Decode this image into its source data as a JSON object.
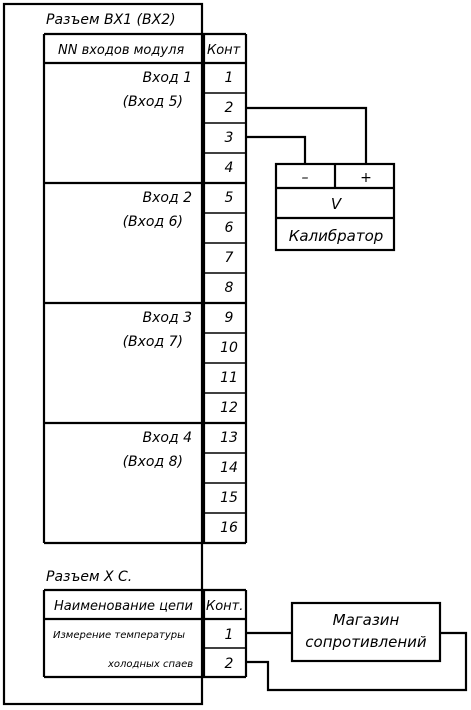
{
  "connector1": {
    "title": "Разъем ВХ1 (ВХ2)",
    "header_inputs": "NN входов модуля",
    "header_contacts": "Конт",
    "inputs": [
      {
        "name": "Вход 1",
        "alt": "(Вход 5)",
        "contacts": [
          "1",
          "2",
          "3",
          "4"
        ]
      },
      {
        "name": "Вход 2",
        "alt": "(Вход 6)",
        "contacts": [
          "5",
          "6",
          "7",
          "8"
        ]
      },
      {
        "name": "Вход 3",
        "alt": "(Вход 7)",
        "contacts": [
          "9",
          "10",
          "11",
          "12"
        ]
      },
      {
        "name": "Вход 4",
        "alt": "(Вход 8)",
        "contacts": [
          "13",
          "14",
          "15",
          "16"
        ]
      }
    ]
  },
  "calibrator": {
    "minus": "–",
    "plus": "+",
    "unit": "V",
    "label": "Калибратор"
  },
  "connector2": {
    "title": "Разъем Х С.",
    "header_circuit": "Наименование цепи",
    "header_contacts": "Конт.",
    "circuit_line1": "Измерение температуры",
    "circuit_line2": "холодных спаев",
    "contacts": [
      "1",
      "2"
    ]
  },
  "resistance_box": {
    "line1": "Магазин",
    "line2": "сопротивлений"
  }
}
